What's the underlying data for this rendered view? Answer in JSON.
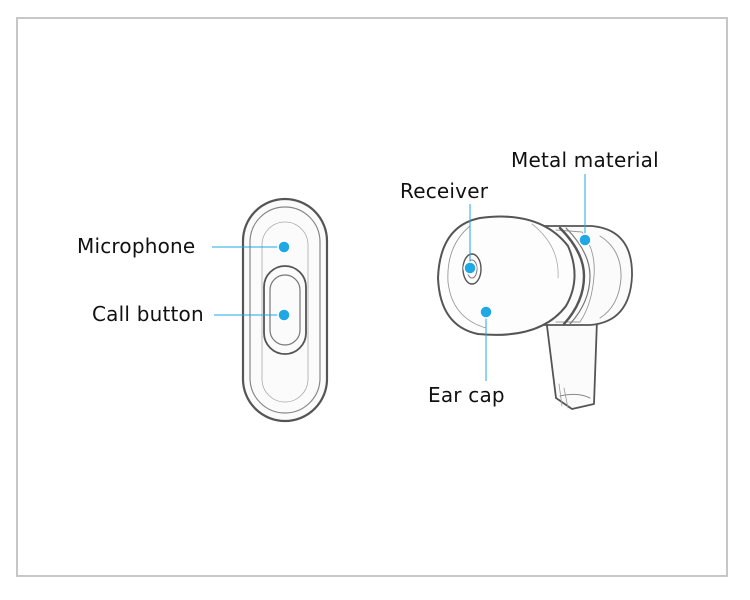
{
  "labels": {
    "microphone": "Microphone",
    "call_button": "Call button",
    "receiver": "Receiver",
    "metal_material": "Metal material",
    "ear_cap": "Ear cap"
  },
  "colors": {
    "marker": "#1fa8e6",
    "frame": "#c7c7c7",
    "sketch": "#555555"
  }
}
